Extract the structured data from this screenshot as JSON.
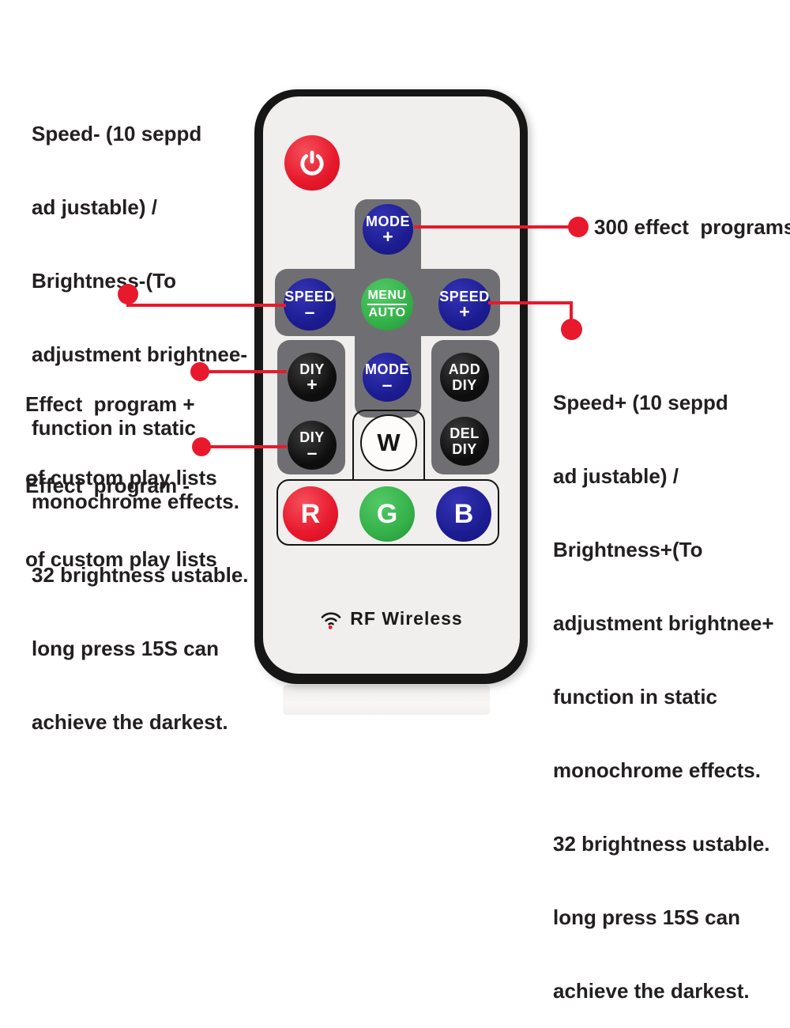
{
  "colors": {
    "accent_red": "#e8192c",
    "navy_blue": "#1d1d93",
    "green": "#35b24a",
    "button_black": "#0e0e0e",
    "pad_gray": "#6f6f73",
    "remote_face": "#f1efed",
    "remote_body": "#161616",
    "text_dark": "#231f20"
  },
  "annotations": {
    "speed_minus": {
      "lines": [
        "Speed- (10 seppd",
        "ad justable) /",
        "Brightness-(To",
        "adjustment brightnee-",
        "function in static",
        "monochrome effects.",
        "32 brightness ustable.",
        "long press 15S can",
        "achieve the darkest."
      ]
    },
    "mode_plus": {
      "label": "300 effect  programs"
    },
    "effect_plus": {
      "lines": [
        "Effect  program +",
        "of custom play lists"
      ]
    },
    "effect_minus": {
      "lines": [
        "Effect  program -",
        "of custom play lists"
      ]
    },
    "speed_plus": {
      "lines": [
        "Speed+ (10 seppd",
        "ad justable) /",
        "Brightness+(To",
        "adjustment brightnee+",
        "function in static",
        "monochrome effects.",
        "32 brightness ustable.",
        "long press 15S can",
        "achieve the darkest."
      ]
    }
  },
  "remote": {
    "brand": "RF Wireless",
    "buttons": {
      "mode_plus": {
        "line1": "MODE",
        "line2": "+"
      },
      "speed_minus": {
        "line1": "SPEED",
        "line2": "–"
      },
      "menu_auto": {
        "line1": "MENU",
        "line2": "AUTO"
      },
      "speed_plus": {
        "line1": "SPEED",
        "line2": "+"
      },
      "diy_plus": {
        "line1": "DIY",
        "line2": "+"
      },
      "mode_minus": {
        "line1": "MODE",
        "line2": "–"
      },
      "add_diy": {
        "line1": "ADD",
        "line2": "DIY"
      },
      "diy_minus": {
        "line1": "DIY",
        "line2": "–"
      },
      "white": {
        "label": "W"
      },
      "del_diy": {
        "line1": "DEL",
        "line2": "DIY"
      },
      "red": {
        "label": "R"
      },
      "green": {
        "label": "G"
      },
      "blue": {
        "label": "B"
      }
    }
  }
}
